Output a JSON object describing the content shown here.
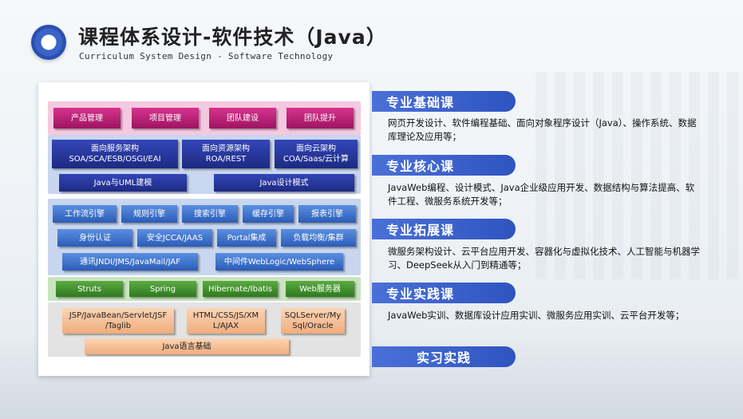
{
  "header": {
    "title": "课程体系设计-软件技术（Java）",
    "subtitle": "Curriculum System Design - Software Technology"
  },
  "architecture": {
    "row_management": [
      "产品管理",
      "项目管理",
      "团队建设",
      "团队提升"
    ],
    "row_arch": [
      {
        "line1": "面向服务架构",
        "line2": "SOA/SCA/ESB/OSGI/EAI"
      },
      {
        "line1": "面向资源架构",
        "line2": "ROA/REST"
      },
      {
        "line1": "面向云架构",
        "line2": "COA/Saas/云计算"
      }
    ],
    "row_modeling": [
      "Java与UML建模",
      "Java设计模式"
    ],
    "row_engines": [
      "工作流引擎",
      "规则引擎",
      "搜索引擎",
      "缓存引擎",
      "报表引擎"
    ],
    "row_security": [
      "身份认证",
      "安全JCCA/JAAS",
      "Portal集成",
      "负载均衡/集群"
    ],
    "row_comm": [
      "通讯JNDI/JMS/JavaMail/JAF",
      "中间件WebLogic/WebSphere"
    ],
    "row_frameworks": [
      "Struts",
      "Spring",
      "Hibernate/Ibatis",
      "Web服务器"
    ],
    "row_tech": [
      {
        "line1": "JSP/JavaBean/Servlet/JSF",
        "line2": "/Taglib"
      },
      {
        "line1": "HTML/CSS/JS/XM",
        "line2": "L/AJAX"
      },
      {
        "line1": "SQLServer/My",
        "line2": "Sql/Oracle"
      }
    ],
    "row_base": "Java语言基础"
  },
  "courses": [
    {
      "label": "专业基础课",
      "desc": "网页开发设计、软件编程基础、面向对象程序设计（Java）、操作系统、数据库理论及应用等；"
    },
    {
      "label": "专业核心课",
      "desc": "JavaWeb编程、设计模式、Java企业级应用开发、数据结构与算法提高、软件工程、微服务系统开发等；"
    },
    {
      "label": "专业拓展课",
      "desc": "微服务架构设计、云平台应用开发、容器化与虚拟化技术、人工智能与机器学习、DeepSeek从入门到精通等；"
    },
    {
      "label": "专业实践课",
      "desc": "JavaWeb实训、数据库设计应用实训、微服务应用实训、云平台开发等；"
    },
    {
      "label": "实习实践",
      "desc": ""
    }
  ]
}
